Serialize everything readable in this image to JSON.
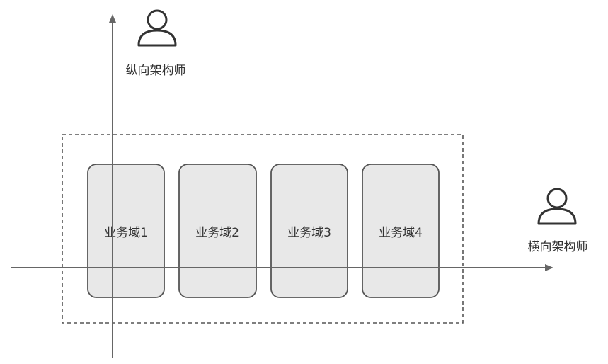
{
  "diagram": {
    "vertical_architect": {
      "label": "纵向架构师",
      "icon": "person-icon"
    },
    "horizontal_architect": {
      "label": "横向架构师",
      "icon": "person-icon"
    },
    "domains": [
      {
        "label": "业务域1"
      },
      {
        "label": "业务域2"
      },
      {
        "label": "业务域3"
      },
      {
        "label": "业务域4"
      }
    ],
    "colors": {
      "stroke": "#555555",
      "box_fill": "#e8e8e8",
      "text": "#333333",
      "axis": "#666666"
    }
  }
}
